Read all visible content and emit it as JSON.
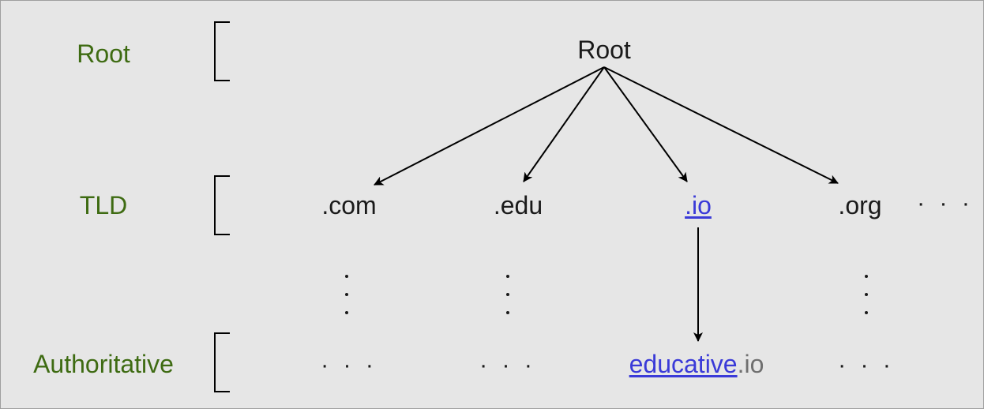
{
  "levels": {
    "root": "Root",
    "tld": "TLD",
    "authoritative": "Authoritative"
  },
  "nodes": {
    "root": "Root",
    "com": ".com",
    "edu": ".edu",
    "io": ".io",
    "org": ".org",
    "tld_more": "· · ·",
    "auth_com": "· · ·",
    "auth_edu": "· · ·",
    "auth_org": "· · ·",
    "educative_name": "educative",
    "educative_suffix": ".io"
  },
  "colors": {
    "level_label": "#3e6b12",
    "link": "#3a3ad8",
    "muted_suffix": "#6f6f6f",
    "text": "#1a1a1a",
    "background": "#e6e6e6"
  }
}
